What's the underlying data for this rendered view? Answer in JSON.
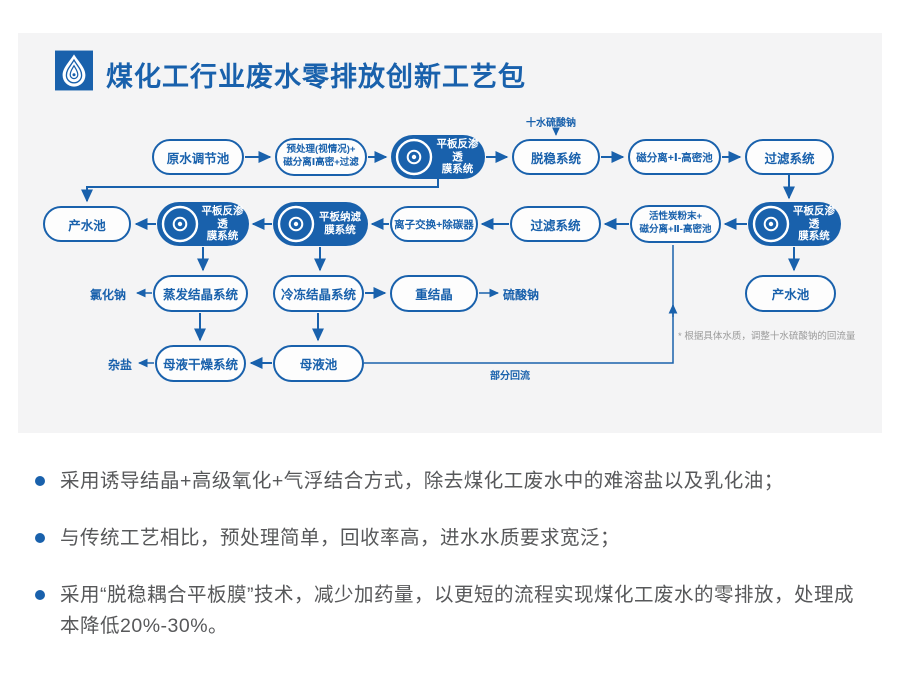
{
  "header": {
    "title": "煤化工行业废水零排放创新工艺包"
  },
  "diagram": {
    "nodes": {
      "raw_water_tank": {
        "label": "原水调节池"
      },
      "pretreatment": {
        "line1": "预处理(视情况)+",
        "line2": "磁分离Ⅰ高密+过滤"
      },
      "ro_membrane_1": {
        "line1": "平板反渗透",
        "line2": "膜系统"
      },
      "destabilization": {
        "label": "脱稳系统"
      },
      "magnetic_separation_1": {
        "label": "磁分离+Ⅰ-高密池"
      },
      "filtration_1": {
        "label": "过滤系统"
      },
      "product_water_tank_1": {
        "label": "产水池"
      },
      "ro_membrane_2": {
        "line1": "平板反渗透",
        "line2": "膜系统"
      },
      "nf_membrane": {
        "line1": "平板纳滤",
        "line2": "膜系统"
      },
      "ion_exchange": {
        "label": "离子交换+除碳器"
      },
      "filtration_2": {
        "label": "过滤系统"
      },
      "activated_carbon": {
        "line1": "活性炭粉末+",
        "line2": "磁分离+Ⅱ-高密池"
      },
      "ro_membrane_3": {
        "line1": "平板反渗透",
        "line2": "膜系统"
      },
      "evaporation_crystallization": {
        "label": "蒸发结晶系统"
      },
      "freezing_crystallization": {
        "label": "冷冻结晶系统"
      },
      "recrystallization": {
        "label": "重结晶"
      },
      "product_water_tank_2": {
        "label": "产水池"
      },
      "mother_liquor_drying": {
        "label": "母液干燥系统"
      },
      "mother_liquor_tank": {
        "label": "母液池"
      }
    },
    "annotations": {
      "sodium_sulfate_decahydrate": "十水硫酸钠",
      "sodium_chloride": "氯化钠",
      "sodium_sulfate": "硫酸钠",
      "mixed_salt": "杂盐",
      "partial_reflux": "部分回流",
      "footnote": "* 根据具体水质，调整十水硫酸钠的回流量"
    }
  },
  "bullets": [
    "采用诱导结晶+高级氧化+气浮结合方式，除去煤化工废水中的难溶盐以及乳化油；",
    "与传统工艺相比，预处理简单，回收率高，进水水质要求宽泛；",
    "采用“脱稳耦合平板膜”技术，减少加药量，以更短的流程实现煤化工废水的零排放，处理成本降低20%-30%。"
  ],
  "colors": {
    "primary_blue": "#1961ac",
    "panel_bg": "#f4f4f5",
    "body_text": "#57585a",
    "footnote_gray": "#9b9b9b"
  }
}
